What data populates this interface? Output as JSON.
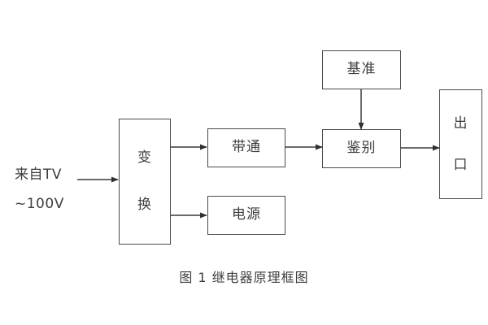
{
  "figure": {
    "caption": "图 1  继电器原理框图",
    "background_color": "#ffffff",
    "stroke_color": "#4a4a4a",
    "text_color": "#3d3d3d"
  },
  "source": {
    "line1": "来自TV",
    "line2": "~100V"
  },
  "blocks": {
    "converter": {
      "label": "变\n换",
      "name": "变换"
    },
    "bandpass": {
      "label": "带通",
      "name": "带通"
    },
    "power": {
      "label": "电源",
      "name": "电源"
    },
    "reference": {
      "label": "基准",
      "name": "基准"
    },
    "discriminator": {
      "label": "鉴别",
      "name": "鉴别"
    },
    "output": {
      "label": "出\n口",
      "name": "出口"
    }
  },
  "connections": [
    {
      "from": "来自TV ~100V",
      "to": "变换",
      "direction": "right"
    },
    {
      "from": "变换",
      "to": "带通",
      "direction": "right"
    },
    {
      "from": "变换",
      "to": "电源",
      "direction": "right"
    },
    {
      "from": "带通",
      "to": "鉴别",
      "direction": "right"
    },
    {
      "from": "基准",
      "to": "鉴别",
      "direction": "down"
    },
    {
      "from": "鉴别",
      "to": "出口",
      "direction": "right"
    }
  ]
}
